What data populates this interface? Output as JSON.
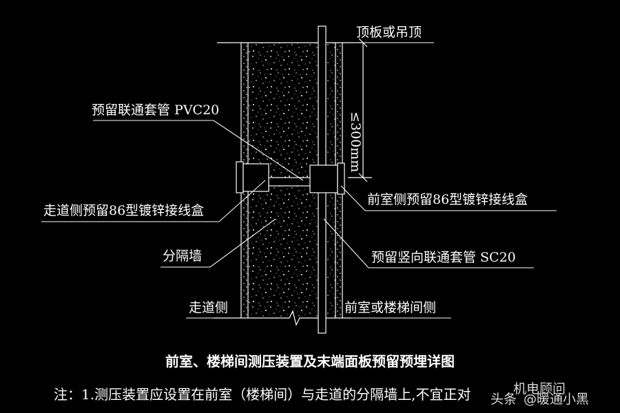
{
  "labels": {
    "ceiling": "顶板或吊顶",
    "pvc_sleeve": "预留联通套管 PVC20",
    "corridor_box": "走道侧预留86型镀锌接线盒",
    "partition_wall": "分隔墙",
    "corridor_side": "走道侧",
    "front_box": "前室侧预留86型镀锌接线盒",
    "vertical_sleeve": "预留竖向联通套管 SC20",
    "front_side": "前室或楼梯间侧",
    "dimension": "≤300mm"
  },
  "title": "前室、楼梯间测压装置及末端面板预留预埋详图",
  "note": "注：1.测压装置应设置在前室（楼梯间）与走道的分隔墙上,不宜正对",
  "watermark": {
    "brand": "头条",
    "account1": "机电顾问",
    "account2": "@暖通小黑"
  },
  "colors": {
    "background": "#000000",
    "lines": "#ffffff"
  }
}
